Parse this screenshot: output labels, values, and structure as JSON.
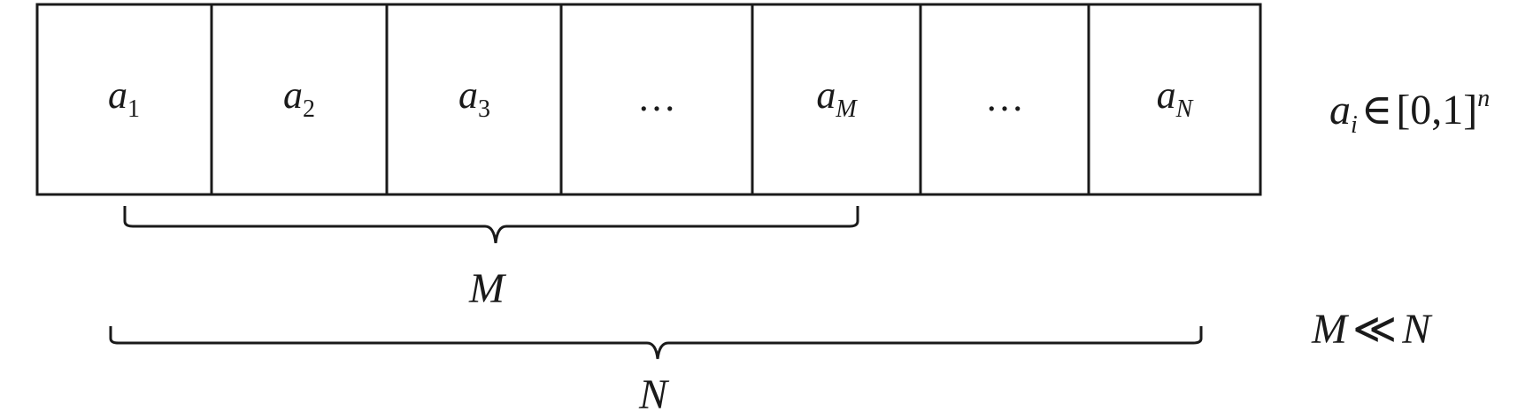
{
  "sequence": {
    "cells": [
      {
        "base": "a",
        "sub": "1"
      },
      {
        "base": "a",
        "sub": "2"
      },
      {
        "base": "a",
        "sub": "3"
      },
      {
        "ellipsis": "…"
      },
      {
        "base": "a",
        "sub": "M"
      },
      {
        "ellipsis": "…"
      },
      {
        "base": "a",
        "sub": "N"
      }
    ]
  },
  "braces": {
    "subset_label": "M",
    "total_label": "N"
  },
  "annotations": {
    "domain": {
      "base": "a",
      "sub": "i",
      "rel": "∈",
      "set": "[0,1]",
      "sup": "n"
    },
    "relation": {
      "left": "M",
      "op": "≪",
      "right": "N"
    }
  },
  "colors": {
    "stroke": "#1a1a1a",
    "background": "#ffffff"
  }
}
